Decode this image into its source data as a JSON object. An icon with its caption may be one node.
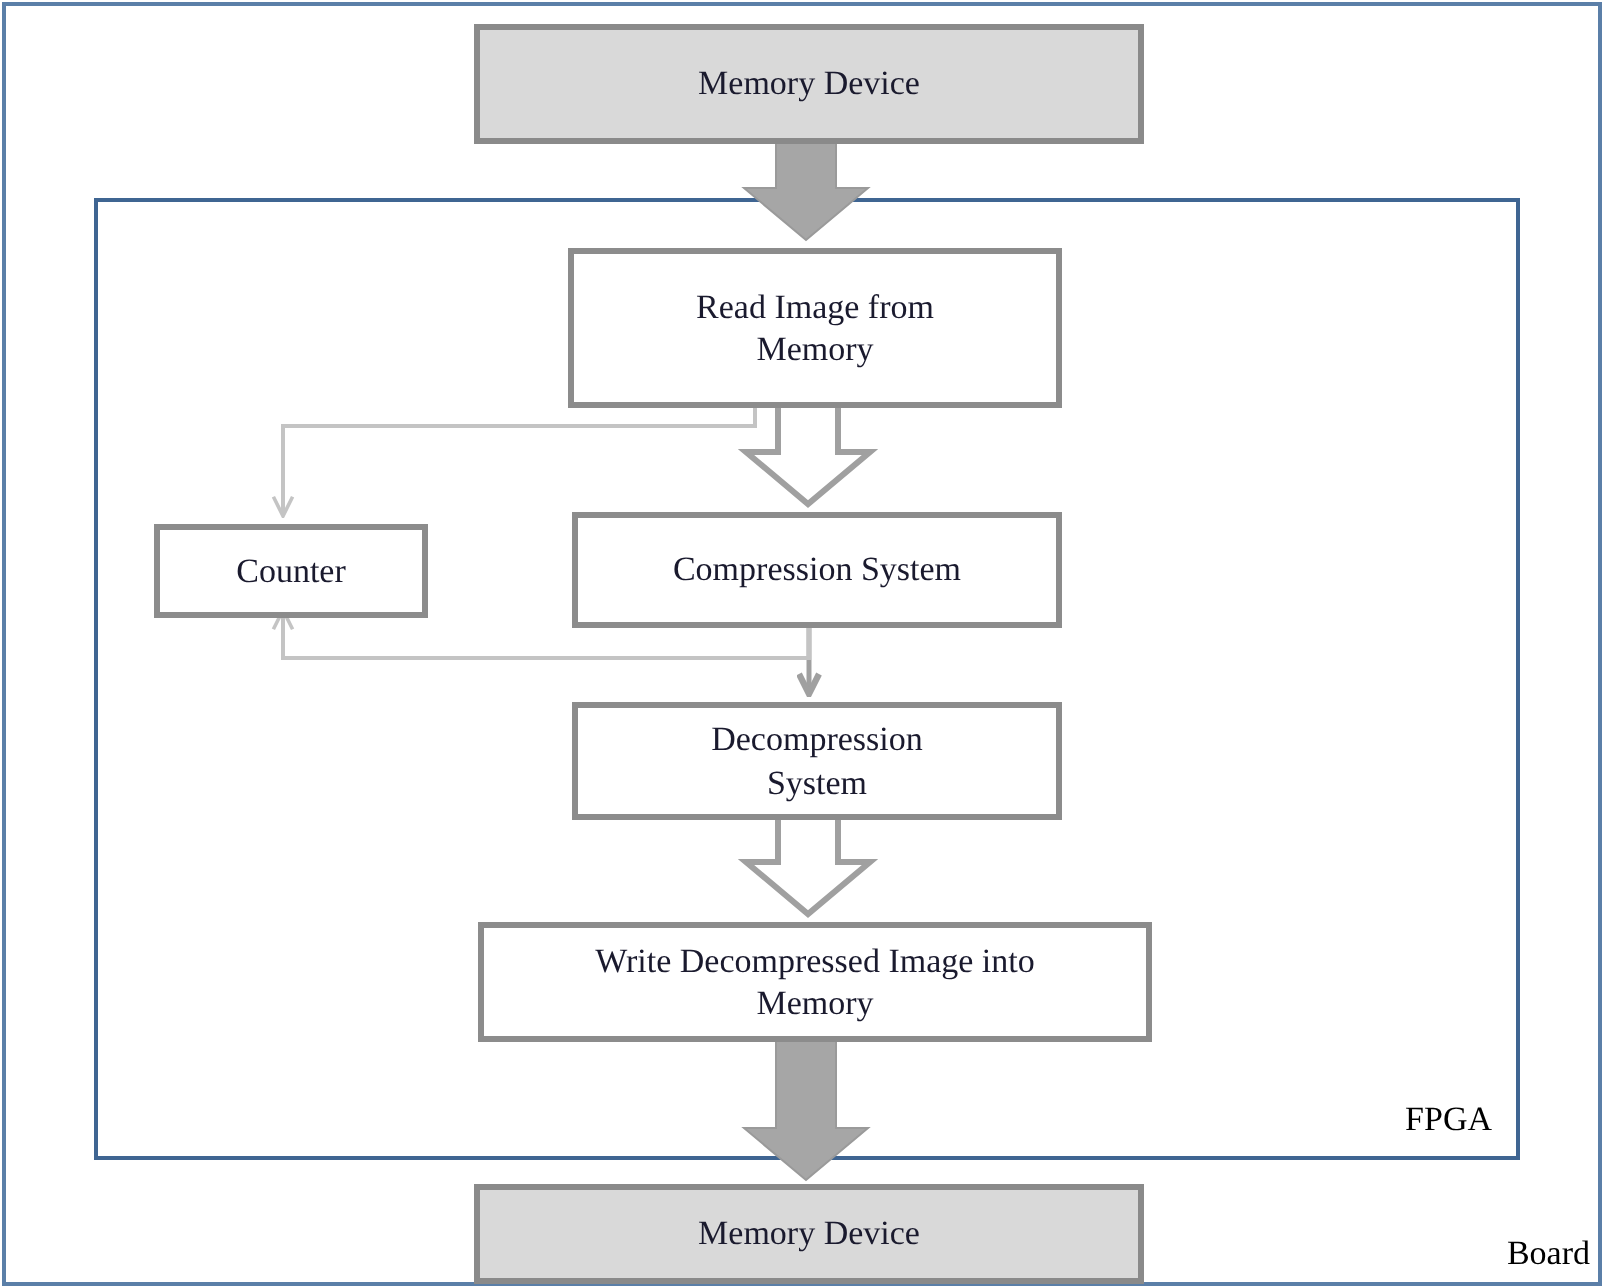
{
  "diagram": {
    "nodes": [
      {
        "text": [
          "Board"
        ]
      },
      {
        "text": [
          "Memory Device"
        ],
        "in": 0
      },
      {
        "text": [
          "FPGA"
        ],
        "in": 0
      },
      {
        "text": [
          "Read Image from Memory"
        ],
        "in": 2
      },
      {
        "text": [
          "Counter"
        ],
        "in": 2
      },
      {
        "text": [
          "Compression System"
        ],
        "in": 2
      },
      {
        "text": [
          "Decompression System"
        ],
        "in": 2
      },
      {
        "text": [
          "Write Decompressed Image into Memory"
        ],
        "in": 2
      },
      {
        "text": [
          "Memory Device"
        ],
        "in": 0
      }
    ],
    "edges": [
      {
        "from": 1,
        "to": 3,
        "arrow": "to",
        "style": "thick",
        "color": "#a6a6a6"
      },
      {
        "from": 3,
        "to": 5,
        "arrow": "to",
        "style": "thick"
      },
      {
        "from": 3,
        "to": 4,
        "arrow": "to",
        "color": "#c4c4c4"
      },
      {
        "from": 5,
        "to": 6,
        "arrow": "to"
      },
      {
        "from": 5,
        "to": 4,
        "arrow": "to",
        "color": "#c4c4c4"
      },
      {
        "from": 6,
        "to": 7,
        "arrow": "to",
        "style": "thick"
      },
      {
        "from": 7,
        "to": 8,
        "arrow": "to",
        "style": "thick",
        "color": "#a6a6a6"
      }
    ]
  }
}
